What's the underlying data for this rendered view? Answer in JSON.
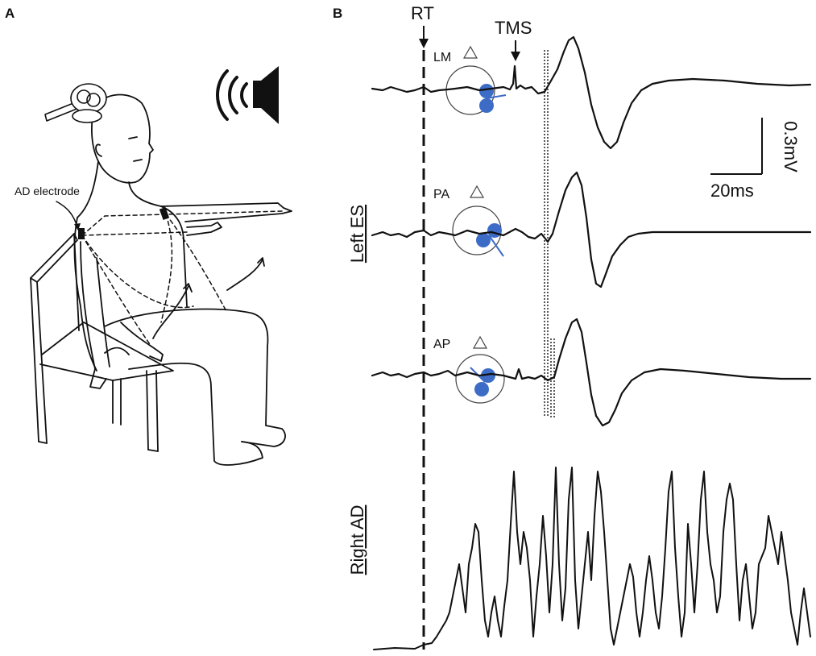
{
  "panels": {
    "a": "A",
    "b": "B"
  },
  "panel_a": {
    "electrode_label": "AD electrode"
  },
  "panel_b": {
    "rt_label": "RT",
    "tms_label": "TMS",
    "left_es_label": "Left ES",
    "right_ad_label": "Right AD",
    "conditions": [
      {
        "label": "LM"
      },
      {
        "label": "PA"
      },
      {
        "label": "AP"
      }
    ],
    "scale_bar": {
      "amplitude": "0.3mV",
      "time": "20ms"
    }
  },
  "colors": {
    "coil_blue": "#3d6cc7",
    "line": "#111111"
  },
  "icons": [
    "tms-coil-icon",
    "speaker-icon",
    "head-icon"
  ]
}
